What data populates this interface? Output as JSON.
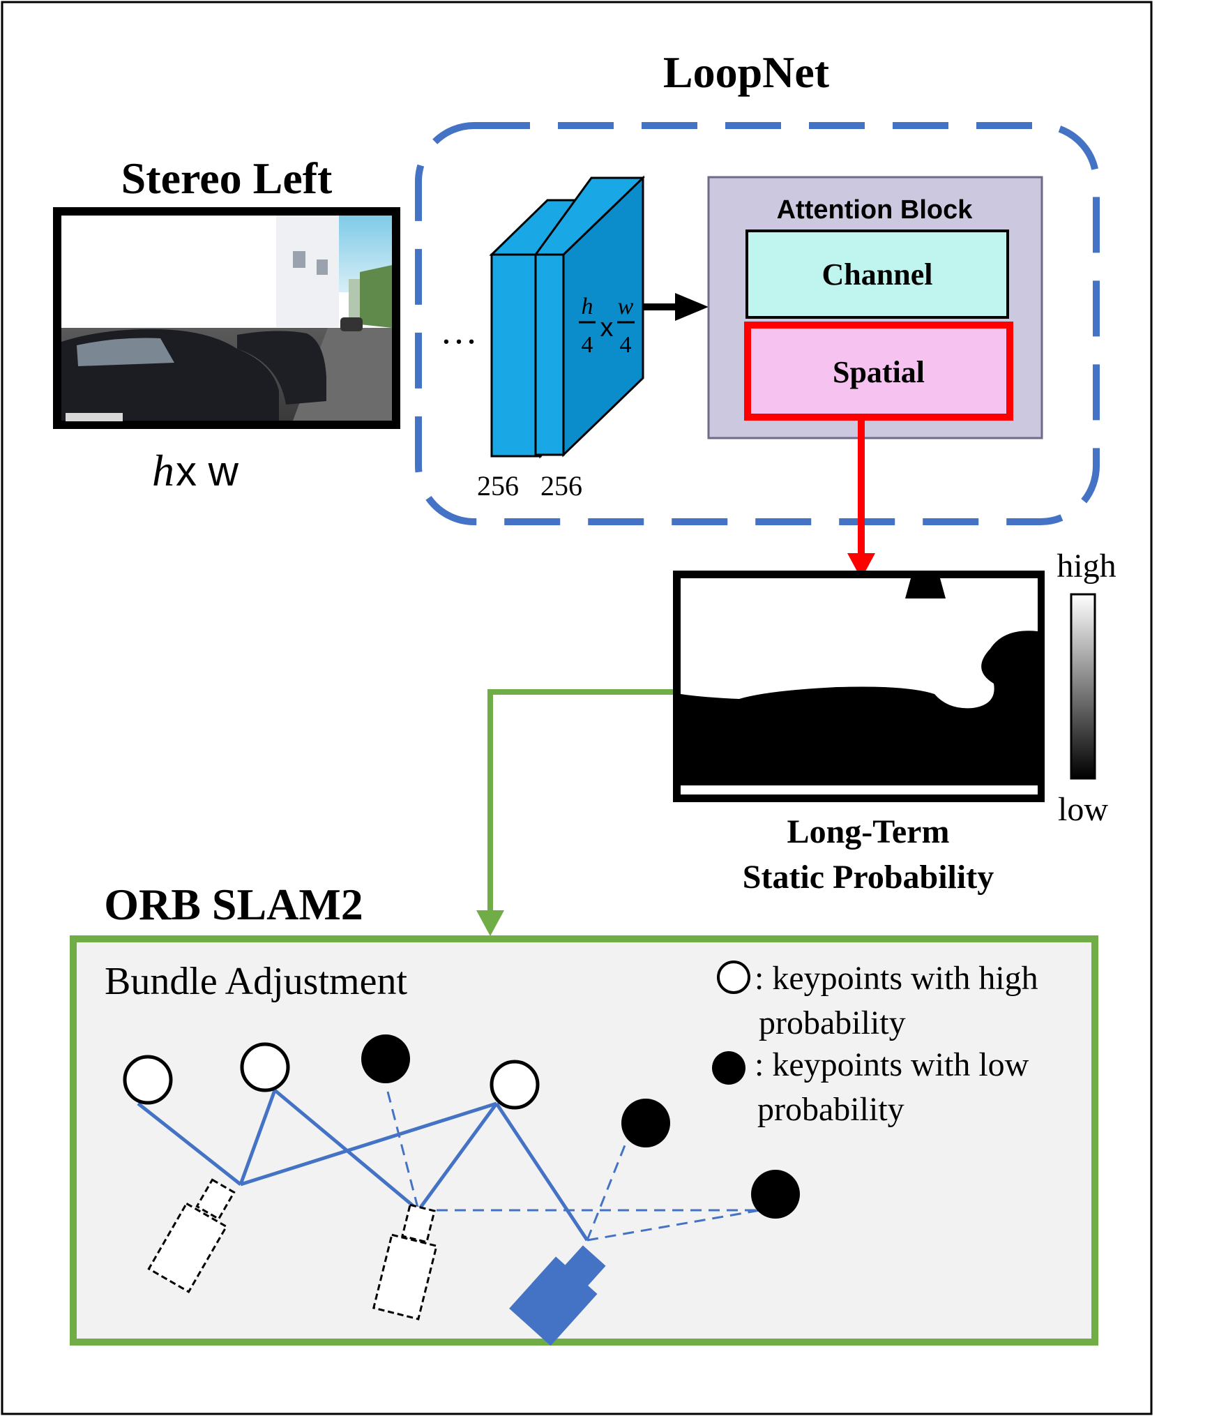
{
  "loopnet": {
    "title": "LoopNet",
    "ellipsis": "…",
    "feature_size": {
      "h": "h",
      "w": "w",
      "times": "x",
      "denominator": "4"
    },
    "channels": [
      "256",
      "256"
    ]
  },
  "attention": {
    "title": "Attention Block",
    "channel_label": "Channel",
    "spatial_label": "Spatial"
  },
  "input": {
    "title": "Stereo Left",
    "size_h": "h",
    "size_rest": " x w"
  },
  "probability": {
    "title_line1": "Long-Term",
    "title_line2": "Static Probability",
    "scale_high": "high",
    "scale_low": "low"
  },
  "slam": {
    "title": "ORB SLAM2",
    "section": "Bundle Adjustment",
    "legend_high_line1": ": keypoints with high",
    "legend_high_line2": "probability",
    "legend_low_line1": ": keypoints with low",
    "legend_low_line2": "probability"
  },
  "colors": {
    "dash_blue": "#4472c4",
    "layer_blue": "#1aa7e6",
    "attention_bg": "#ccc8df",
    "channel_bg": "#bff5ee",
    "spatial_bg": "#f6c2f0",
    "spatial_border": "#ff0000",
    "green": "#70ad47",
    "slam_bg": "#f2f2f2"
  }
}
